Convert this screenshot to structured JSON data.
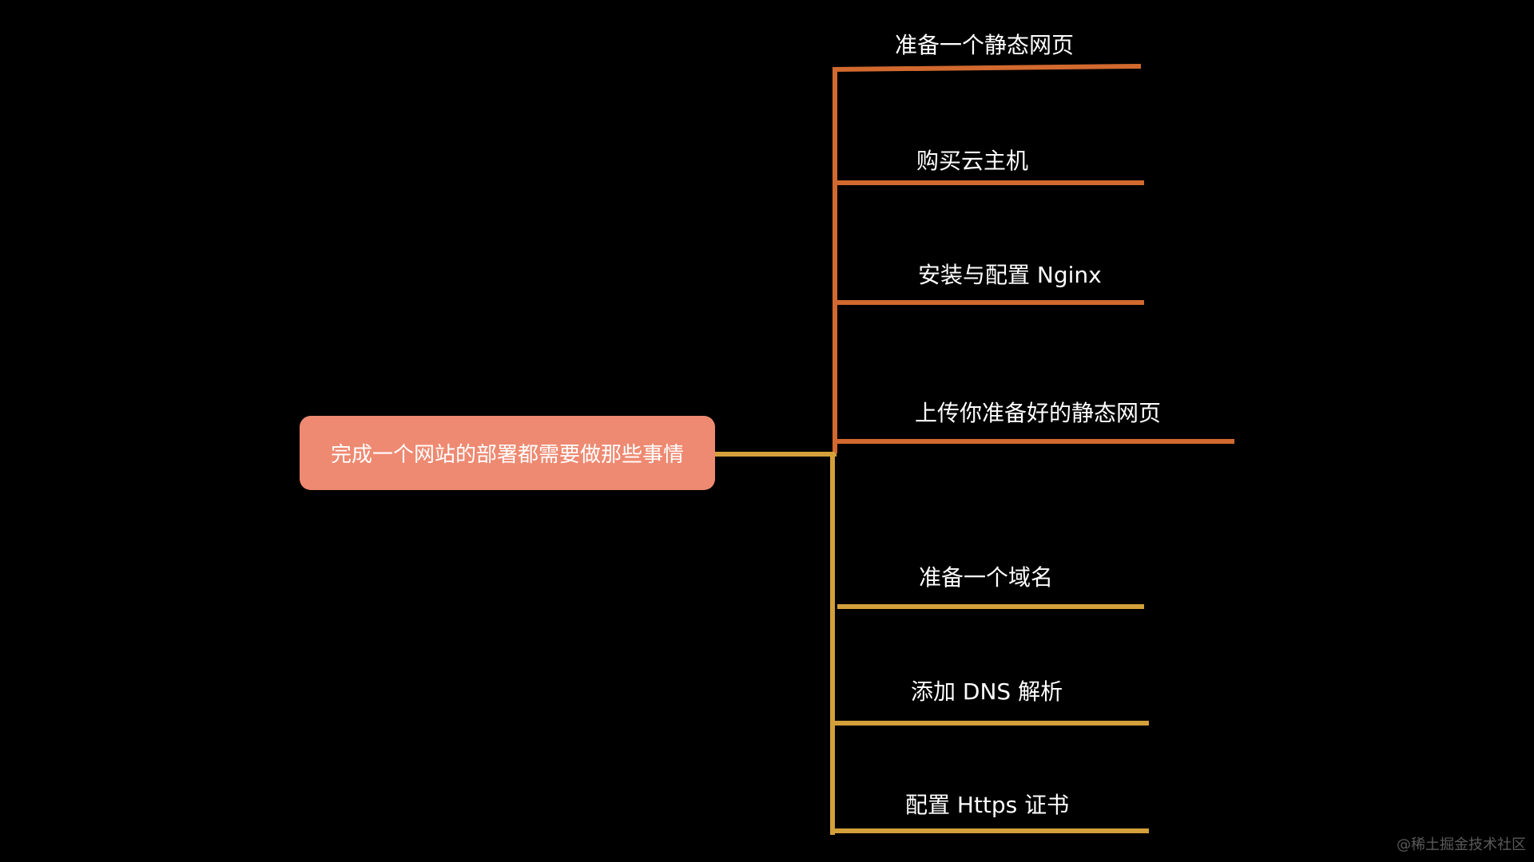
{
  "root": {
    "label": "完成一个网站的部署都需要做那些事情"
  },
  "branches": [
    {
      "label": "准备一个静态网页",
      "group": "orange"
    },
    {
      "label": "购买云主机",
      "group": "orange"
    },
    {
      "label": "安装与配置 Nginx",
      "group": "orange"
    },
    {
      "label": "上传你准备好的静态网页",
      "group": "orange"
    },
    {
      "label": "准备一个域名",
      "group": "gold"
    },
    {
      "label": "添加 DNS 解析",
      "group": "gold"
    },
    {
      "label": "配置 Https 证书",
      "group": "gold"
    }
  ],
  "colors": {
    "root": "#ee8a72",
    "orange": "#d2692f",
    "gold": "#d4a03a",
    "background": "#000000"
  },
  "watermark": "@稀土掘金技术社区"
}
